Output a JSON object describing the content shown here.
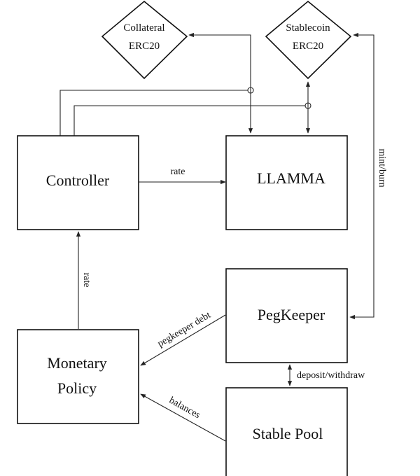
{
  "nodes": {
    "collateral": {
      "line1": "Collateral",
      "line2": "ERC20"
    },
    "stablecoin": {
      "line1": "Stablecoin",
      "line2": "ERC20"
    },
    "controller": {
      "label": "Controller"
    },
    "llamma": {
      "label": "LLAMMA"
    },
    "pegkeeper": {
      "label": "PegKeeper"
    },
    "monetary_policy": {
      "line1": "Monetary",
      "line2": "Policy"
    },
    "stable_pool": {
      "label": "Stable Pool"
    }
  },
  "edges": {
    "controller_to_llamma": "rate",
    "policy_to_controller": "rate",
    "mint_burn": "mint/burn",
    "pegkeeper_debt": "pegkeeper debt",
    "balances": "balances",
    "deposit_withdraw": "deposit/withdraw"
  },
  "colors": {
    "stroke": "#111111",
    "background": "#ffffff"
  }
}
